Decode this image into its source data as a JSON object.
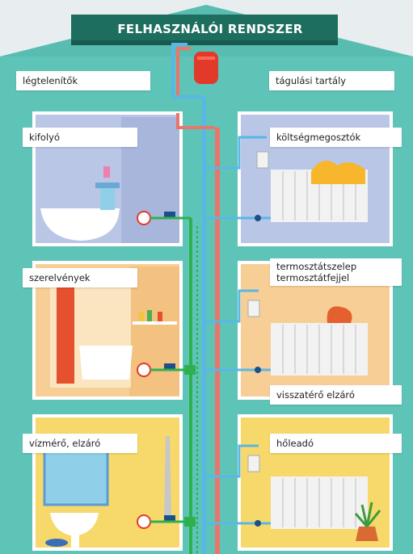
{
  "title": "FELHASZNÁLÓI RENDSZER",
  "labels": {
    "legtelenitok": "légtelenítők",
    "tagulasi": "tágulási tartály",
    "kifolyo": "kifolyó",
    "koltseg": "költségmegosztók",
    "szerelvenyek": "szerelvények",
    "termosztat1": "termosztátszelep",
    "termosztat2": "termosztátfejjel",
    "visszatero": "visszatérő elzáró",
    "vizmero": "vízmérő, elzáró",
    "holeado": "hőleadó"
  },
  "colors": {
    "house": "#5fc4b8",
    "roof_band": "#1e6e5f",
    "supply_pipe": "#e8766a",
    "return_pipe": "#59b7e6",
    "water_pipe": "#2fb04f",
    "expansion_tank": "#e23a2a"
  }
}
